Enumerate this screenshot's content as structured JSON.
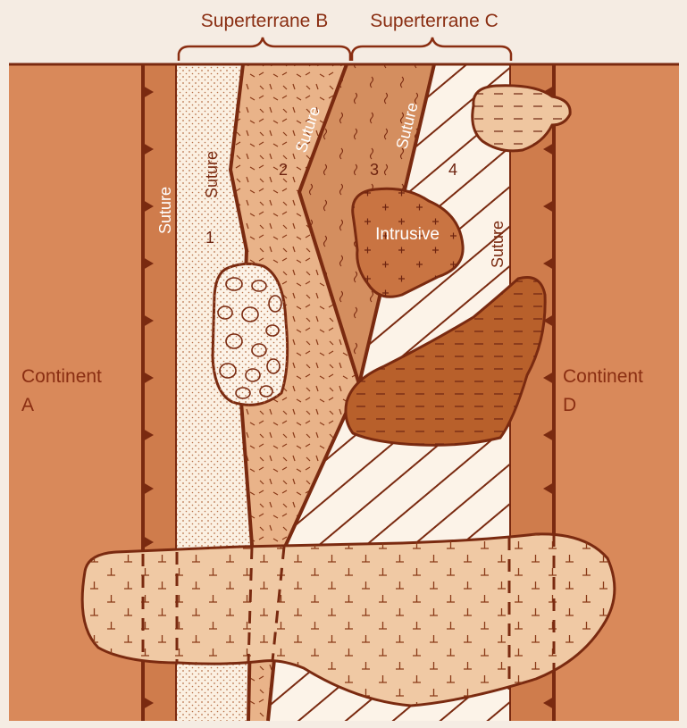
{
  "header": {
    "superterrane_b": "Superterrane B",
    "superterrane_c": "Superterrane C"
  },
  "continents": {
    "a_line1": "Continent",
    "a_line2": "A",
    "d_line1": "Continent",
    "d_line2": "D"
  },
  "terranes": {
    "t1": "1",
    "t2": "2",
    "t3": "3",
    "t4": "4"
  },
  "sutures": {
    "label": "Suture"
  },
  "intrusive": {
    "label": "Intrusive"
  },
  "colors": {
    "continent": "#d9895a",
    "suture_strip": "#cf7c4c",
    "terrane1": "#fbf0e2",
    "terrane2": "#e9b389",
    "terrane3": "#d48e5f",
    "terrane4": "#fcf3e8",
    "dark_body": "#b8602b",
    "overlap_body": "#f0c9a4",
    "line": "#7a2a10",
    "text": "#8a2e12"
  }
}
